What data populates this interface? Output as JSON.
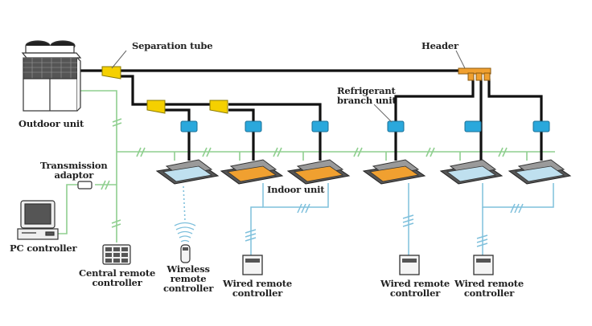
{
  "title": "VRF air conditioning system layout",
  "labels": {
    "separation_tube": "Separation tube",
    "header": "Header",
    "outdoor_unit": "Outdoor unit",
    "refrigerant_branch_unit_line1": "Refrigerant",
    "refrigerant_branch_unit_line2": "branch unit",
    "transmission_adaptor_line1": "Transmission",
    "transmission_adaptor_line2": "adaptor",
    "indoor_unit": "Indoor unit",
    "pc_controller": "PC controller",
    "central_remote_line1": "Central remote",
    "central_remote_line2": "controller",
    "wireless_remote_line1": "Wireless",
    "wireless_remote_line2": "remote",
    "wireless_remote_line3": "controller",
    "wired_remote_1_line1": "Wired remote",
    "wired_remote_1_line2": "controller",
    "wired_remote_2_line1": "Wired remote",
    "wired_remote_2_line2": "controller",
    "wired_remote_3_line1": "Wired remote",
    "wired_remote_3_line2": "controller"
  },
  "indoor_units": [
    {
      "id": 1,
      "state": "off",
      "panel_color": "#bfe0ef"
    },
    {
      "id": 2,
      "state": "on",
      "panel_color": "#f0a030"
    },
    {
      "id": 3,
      "state": "on",
      "panel_color": "#f0a030"
    },
    {
      "id": 4,
      "state": "on",
      "panel_color": "#f0a030"
    },
    {
      "id": 5,
      "state": "off",
      "panel_color": "#bfe0ef"
    },
    {
      "id": 6,
      "state": "off",
      "panel_color": "#bfe0ef"
    }
  ],
  "colors": {
    "refrigerant_pipe": "#111111",
    "transmission_line": "#8fcf8f",
    "remote_line": "#7fc0dc",
    "separation_tube": "#f5d000",
    "header": "#f0a030",
    "branch_unit": "#2aa8dc"
  }
}
